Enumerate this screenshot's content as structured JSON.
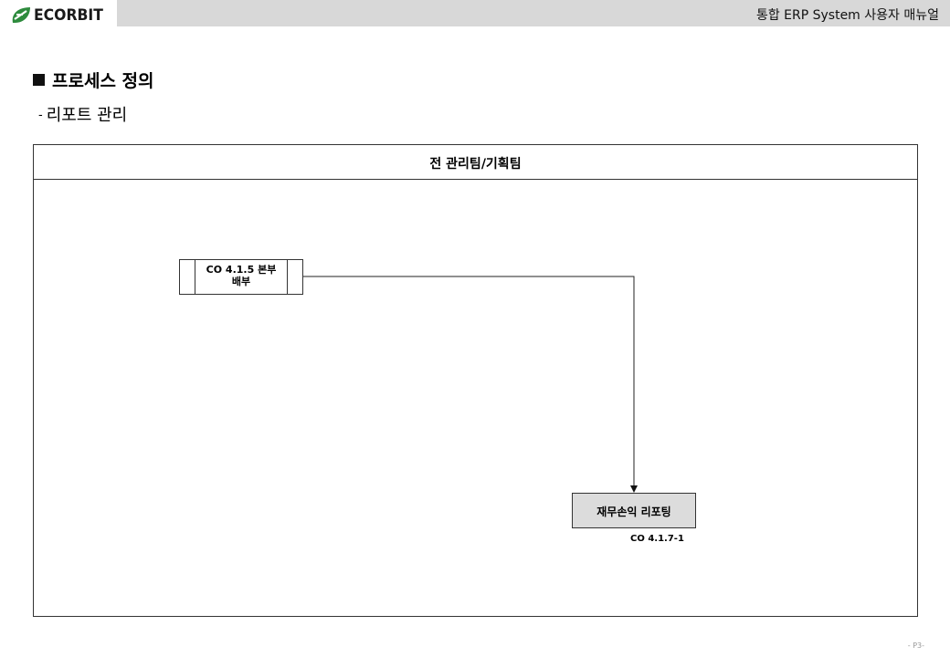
{
  "header": {
    "logo_text": "ECORBIT",
    "title": "통합 ERP System 사용자 매뉴얼",
    "bar_color": "#d8d8d8"
  },
  "section": {
    "title": "프로세스 정의",
    "subtitle_dash": "-",
    "subtitle": "리포트 관리"
  },
  "diagram": {
    "lane_title": "전 관리팀/기획팀",
    "subprocess": {
      "line1": "CO 4.1.5 본부",
      "line2": "배부"
    },
    "process": {
      "label": "재무손익 리포팅",
      "code": "CO 4.1.7-1",
      "fill_color": "#dcdcdc"
    }
  },
  "footer": {
    "page_label": "- P3-"
  }
}
